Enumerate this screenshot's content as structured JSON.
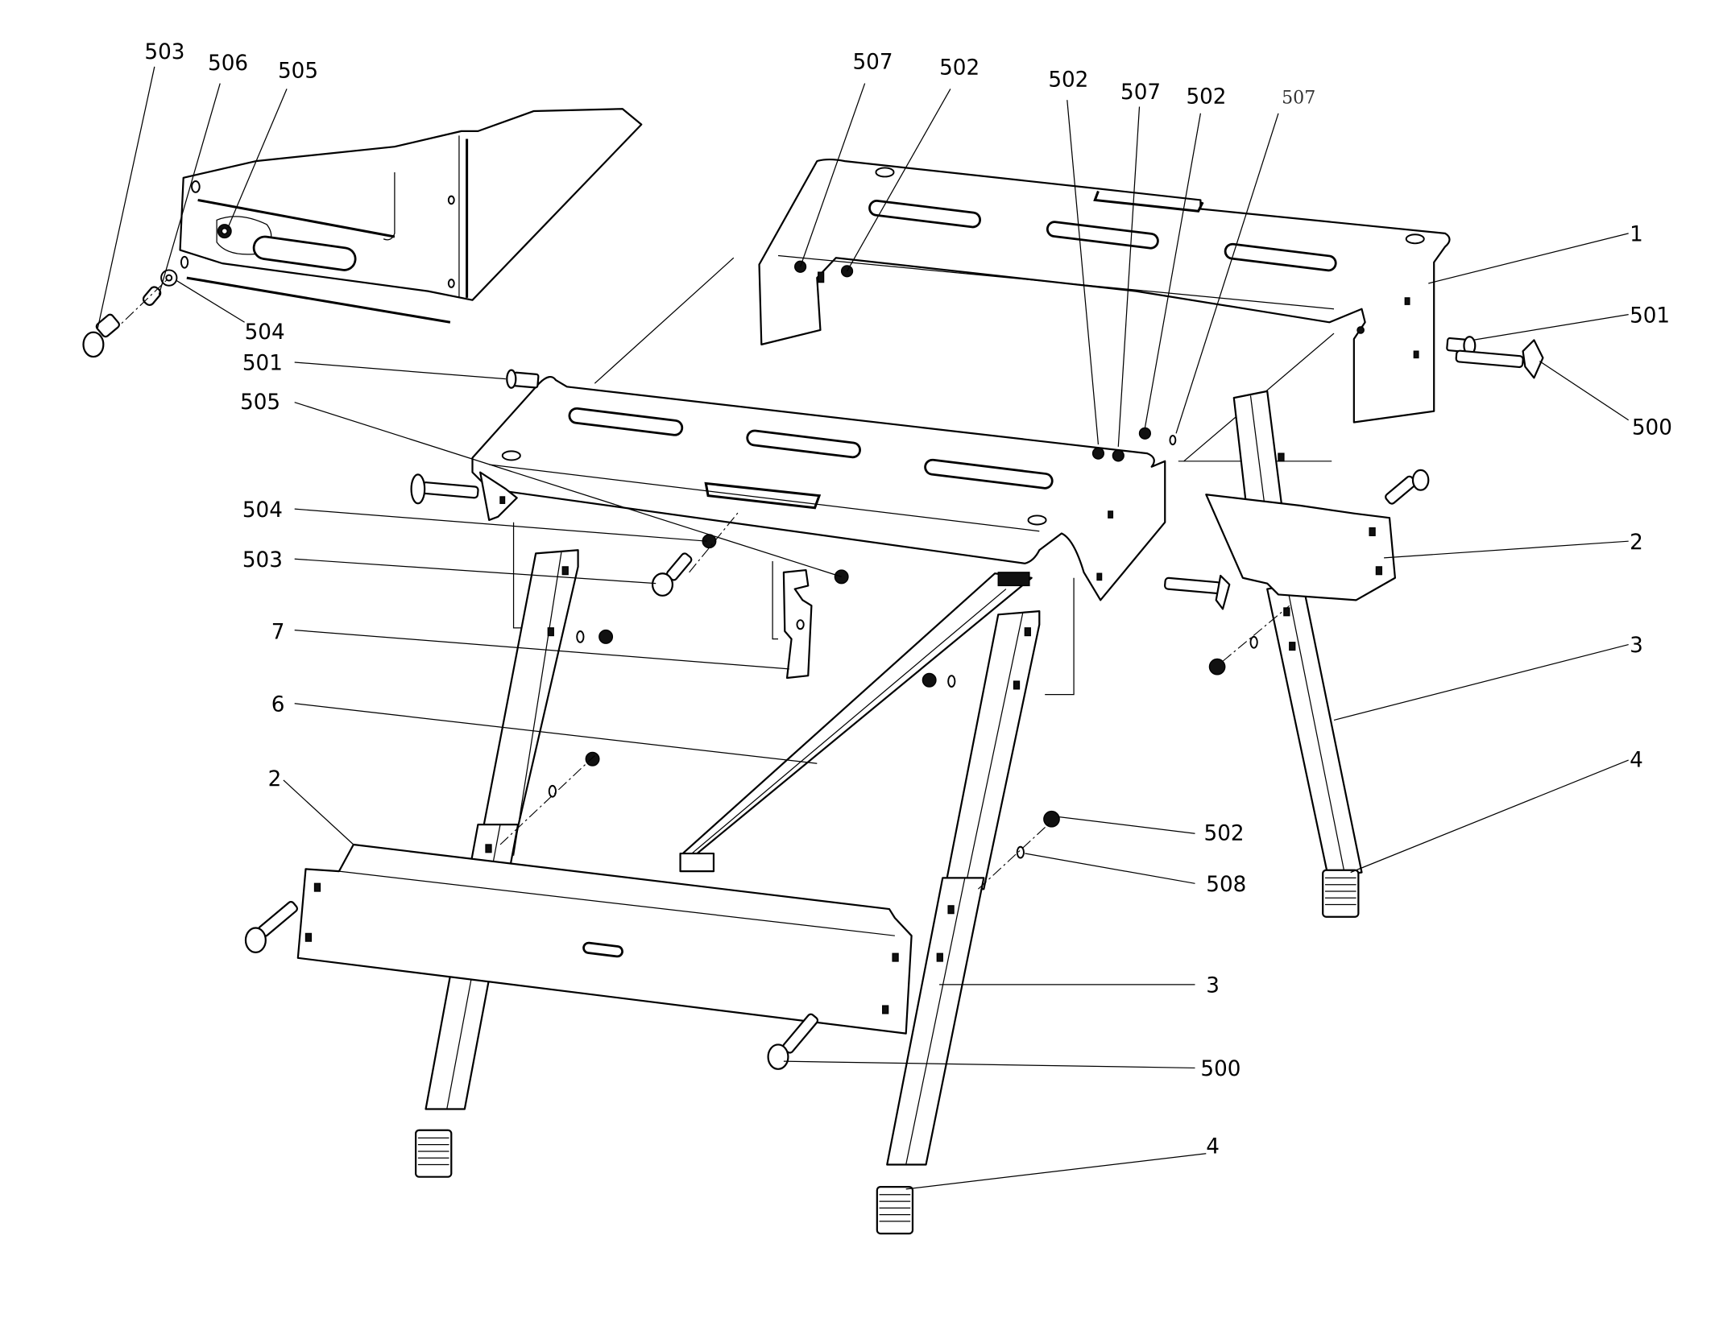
{
  "diagram": {
    "type": "exploded-parts-view",
    "subject": "folding work stand / machine stand assembly",
    "colors": {
      "line": "#000000",
      "background": "#ffffff"
    },
    "parts": [
      {
        "id": "1",
        "description": "table top / upper frame plate"
      },
      {
        "id": "2",
        "description": "cross brace"
      },
      {
        "id": "3",
        "description": "leg"
      },
      {
        "id": "4",
        "description": "leg foot cap"
      },
      {
        "id": "6",
        "description": "diagonal strut"
      },
      {
        "id": "7",
        "description": "locking hook plate"
      },
      {
        "id": "500",
        "description": "carriage bolt"
      },
      {
        "id": "501",
        "description": "hex screw"
      },
      {
        "id": "502",
        "description": "hex nut"
      },
      {
        "id": "503",
        "description": "bolt / knob"
      },
      {
        "id": "504",
        "description": "washer"
      },
      {
        "id": "505",
        "description": "nut"
      },
      {
        "id": "506",
        "description": "spacer"
      },
      {
        "id": "507",
        "description": "washer"
      },
      {
        "id": "508",
        "description": "washer"
      }
    ],
    "callouts": [
      {
        "text": "503",
        "style": "normal"
      },
      {
        "text": "506",
        "style": "normal"
      },
      {
        "text": "505",
        "style": "normal"
      },
      {
        "text": "504",
        "style": "normal"
      },
      {
        "text": "507",
        "style": "normal"
      },
      {
        "text": "502",
        "style": "normal"
      },
      {
        "text": "502",
        "style": "normal"
      },
      {
        "text": "507",
        "style": "normal"
      },
      {
        "text": "502",
        "style": "normal"
      },
      {
        "text": "507",
        "style": "light"
      },
      {
        "text": "1",
        "style": "normal"
      },
      {
        "text": "501",
        "style": "normal"
      },
      {
        "text": "500",
        "style": "normal"
      },
      {
        "text": "501",
        "style": "normal"
      },
      {
        "text": "505",
        "style": "normal"
      },
      {
        "text": "504",
        "style": "normal"
      },
      {
        "text": "503",
        "style": "normal"
      },
      {
        "text": "7",
        "style": "normal"
      },
      {
        "text": "6",
        "style": "normal"
      },
      {
        "text": "2",
        "style": "normal"
      },
      {
        "text": "2",
        "style": "normal"
      },
      {
        "text": "3",
        "style": "normal"
      },
      {
        "text": "4",
        "style": "normal"
      },
      {
        "text": "502",
        "style": "normal"
      },
      {
        "text": "508",
        "style": "normal"
      },
      {
        "text": "3",
        "style": "normal"
      },
      {
        "text": "500",
        "style": "normal"
      },
      {
        "text": "4",
        "style": "normal"
      }
    ]
  }
}
